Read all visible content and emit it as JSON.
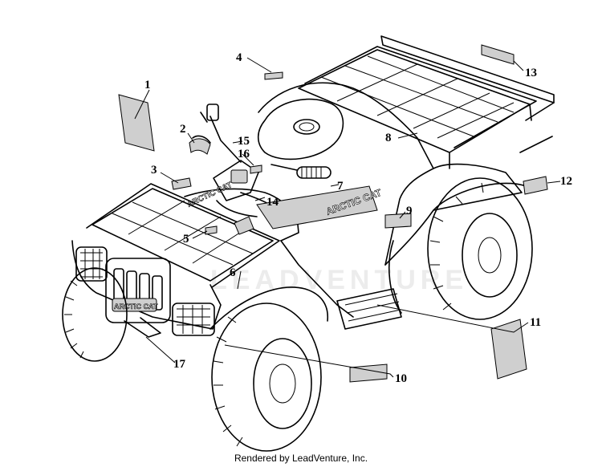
{
  "diagram": {
    "callouts": [
      {
        "id": "c1",
        "label": "1"
      },
      {
        "id": "c2",
        "label": "2"
      },
      {
        "id": "c3",
        "label": "3"
      },
      {
        "id": "c4",
        "label": "4"
      },
      {
        "id": "c5",
        "label": "5"
      },
      {
        "id": "c6",
        "label": "6"
      },
      {
        "id": "c7",
        "label": "7"
      },
      {
        "id": "c8",
        "label": "8"
      },
      {
        "id": "c9",
        "label": "9"
      },
      {
        "id": "c10",
        "label": "10"
      },
      {
        "id": "c11",
        "label": "11"
      },
      {
        "id": "c12",
        "label": "12"
      },
      {
        "id": "c13",
        "label": "13"
      },
      {
        "id": "c14",
        "label": "14"
      },
      {
        "id": "c15",
        "label": "15"
      },
      {
        "id": "c16",
        "label": "16"
      },
      {
        "id": "c17",
        "label": "17"
      }
    ],
    "brand_text": "ARCTIC CAT",
    "watermark_text": "LEADVENTURE"
  },
  "footer": {
    "credit": "Rendered by LeadVenture, Inc."
  }
}
